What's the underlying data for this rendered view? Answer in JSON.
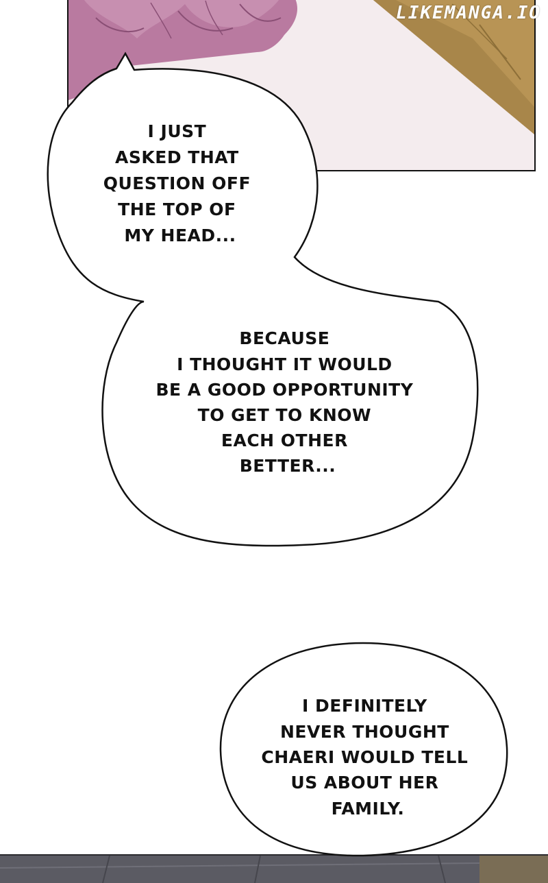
{
  "watermark": "LIKEMANGA.IO",
  "bubbles": [
    {
      "lines": [
        "I JUST",
        "ASKED THAT",
        "QUESTION OFF",
        "THE TOP OF",
        "MY HEAD..."
      ]
    },
    {
      "lines": [
        "BECAUSE",
        "I THOUGHT IT WOULD",
        "BE A GOOD OPPORTUNITY",
        "TO GET TO KNOW",
        "EACH OTHER",
        "BETTER..."
      ]
    },
    {
      "lines": [
        "I DEFINITELY",
        "NEVER THOUGHT",
        "CHAERI WOULD TELL",
        "US ABOUT HER",
        "FAMILY."
      ]
    }
  ],
  "colors": {
    "background": "#ffffff",
    "dress": "#b97aa0",
    "wall": "#a8864a",
    "floor": "#5b5b63",
    "outline": "#111111"
  }
}
